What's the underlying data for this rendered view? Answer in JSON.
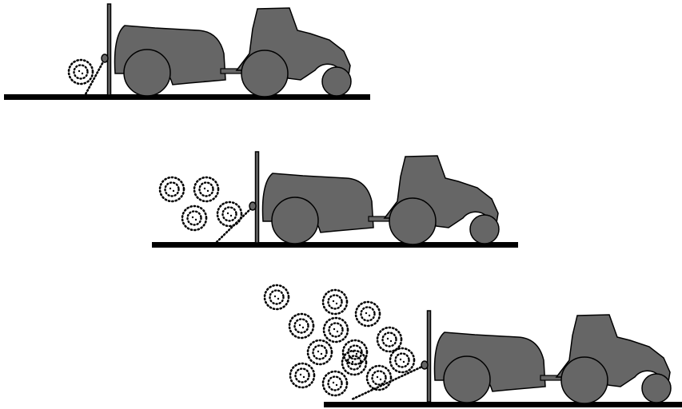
{
  "diagram": {
    "description_icons": [
      "tractor-icon",
      "tanker-trailer-icon",
      "spray-nozzle-icon",
      "droplet-cloud-icon"
    ],
    "colors": {
      "vehicle_fill": "#666666",
      "outline": "#000000",
      "ground": "#000000",
      "droplet": "#000000",
      "background": "#ffffff"
    },
    "scenes": [
      {
        "id": "scene-1",
        "droplet_clusters": 1
      },
      {
        "id": "scene-2",
        "droplet_clusters": 4
      },
      {
        "id": "scene-3",
        "droplet_clusters": 13
      }
    ]
  }
}
